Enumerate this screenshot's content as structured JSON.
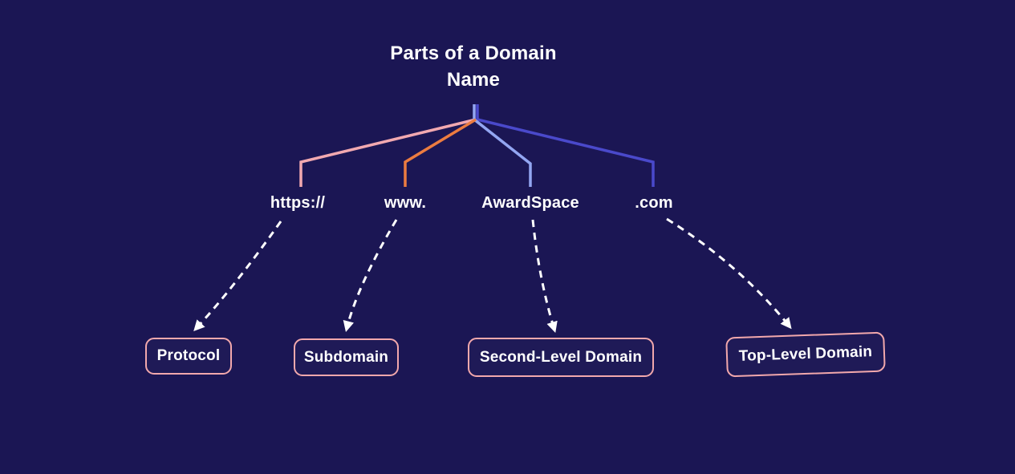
{
  "title": "Parts of a Domain Name",
  "colors": {
    "background": "#1b1654",
    "text": "#ffffff",
    "arrow": "#ffffff",
    "box_border": "#f2a8ac",
    "branch_protocol": "#f2a9b0",
    "branch_subdomain": "#ec7c40",
    "branch_second_level": "#93a6f2",
    "branch_top_level": "#4a49cb"
  },
  "tree": {
    "branches": [
      {
        "id": "protocol",
        "label": "https://",
        "color": "#f2a9b0"
      },
      {
        "id": "subdomain",
        "label": "www.",
        "color": "#ec7c40"
      },
      {
        "id": "second_level",
        "label": "AwardSpace",
        "color": "#93a6f2"
      },
      {
        "id": "top_level",
        "label": ".com",
        "color": "#4a49cb"
      }
    ]
  },
  "boxes": [
    {
      "id": "protocol",
      "label": "Protocol"
    },
    {
      "id": "subdomain",
      "label": "Subdomain"
    },
    {
      "id": "second_level",
      "label": "Second-Level Domain"
    },
    {
      "id": "top_level",
      "label": "Top-Level Domain"
    }
  ]
}
